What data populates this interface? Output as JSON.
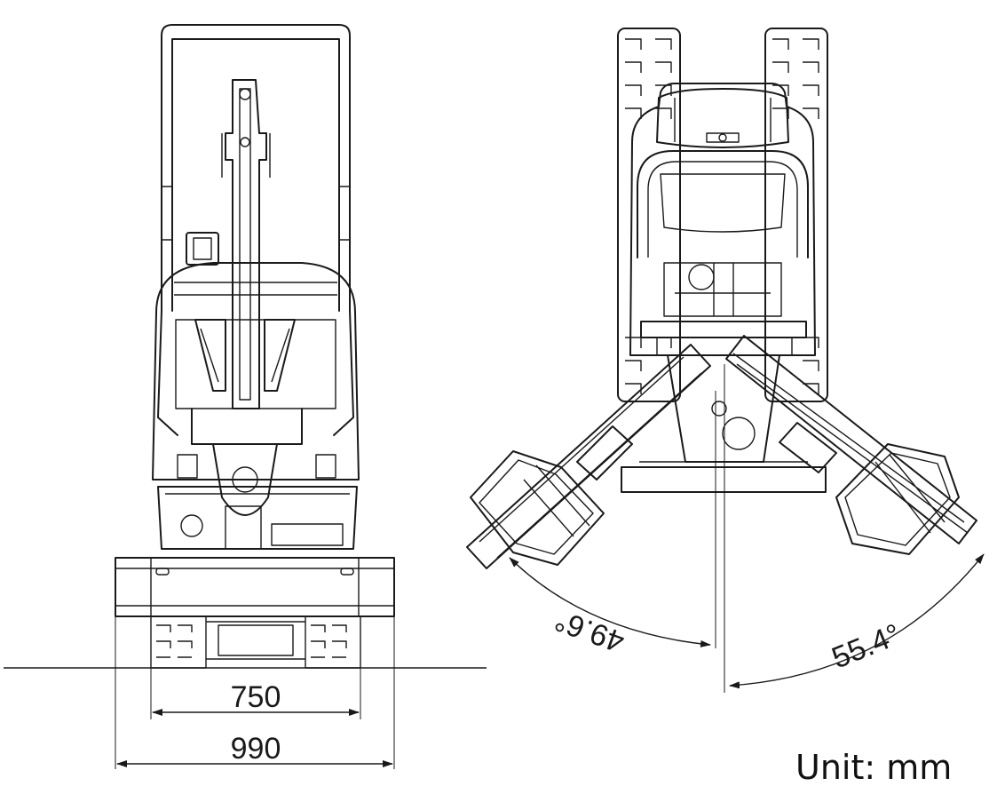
{
  "dimensions": {
    "track_gauge": "750",
    "overall_width": "990",
    "swing_left": "49.6°",
    "swing_right": "55.4°"
  },
  "unit_label": "Unit: mm",
  "colors": {
    "line": "#1a1a1a",
    "background": "#ffffff"
  }
}
